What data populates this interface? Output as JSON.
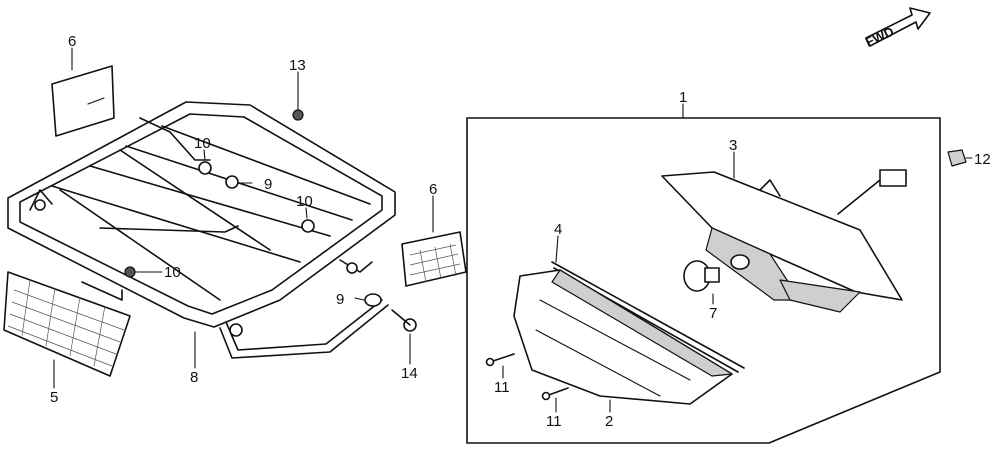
{
  "diagram": {
    "fwd_label": "FWD",
    "callouts": {
      "c1": "1",
      "c2": "2",
      "c3": "3",
      "c4": "4",
      "c5": "5",
      "c6a": "6",
      "c6b": "6",
      "c7": "7",
      "c8": "8",
      "c9a": "9",
      "c9b": "9",
      "c10a": "10",
      "c10b": "10",
      "c10c": "10",
      "c11a": "11",
      "c11b": "11",
      "c12": "12",
      "c13": "13",
      "c14": "14"
    }
  }
}
